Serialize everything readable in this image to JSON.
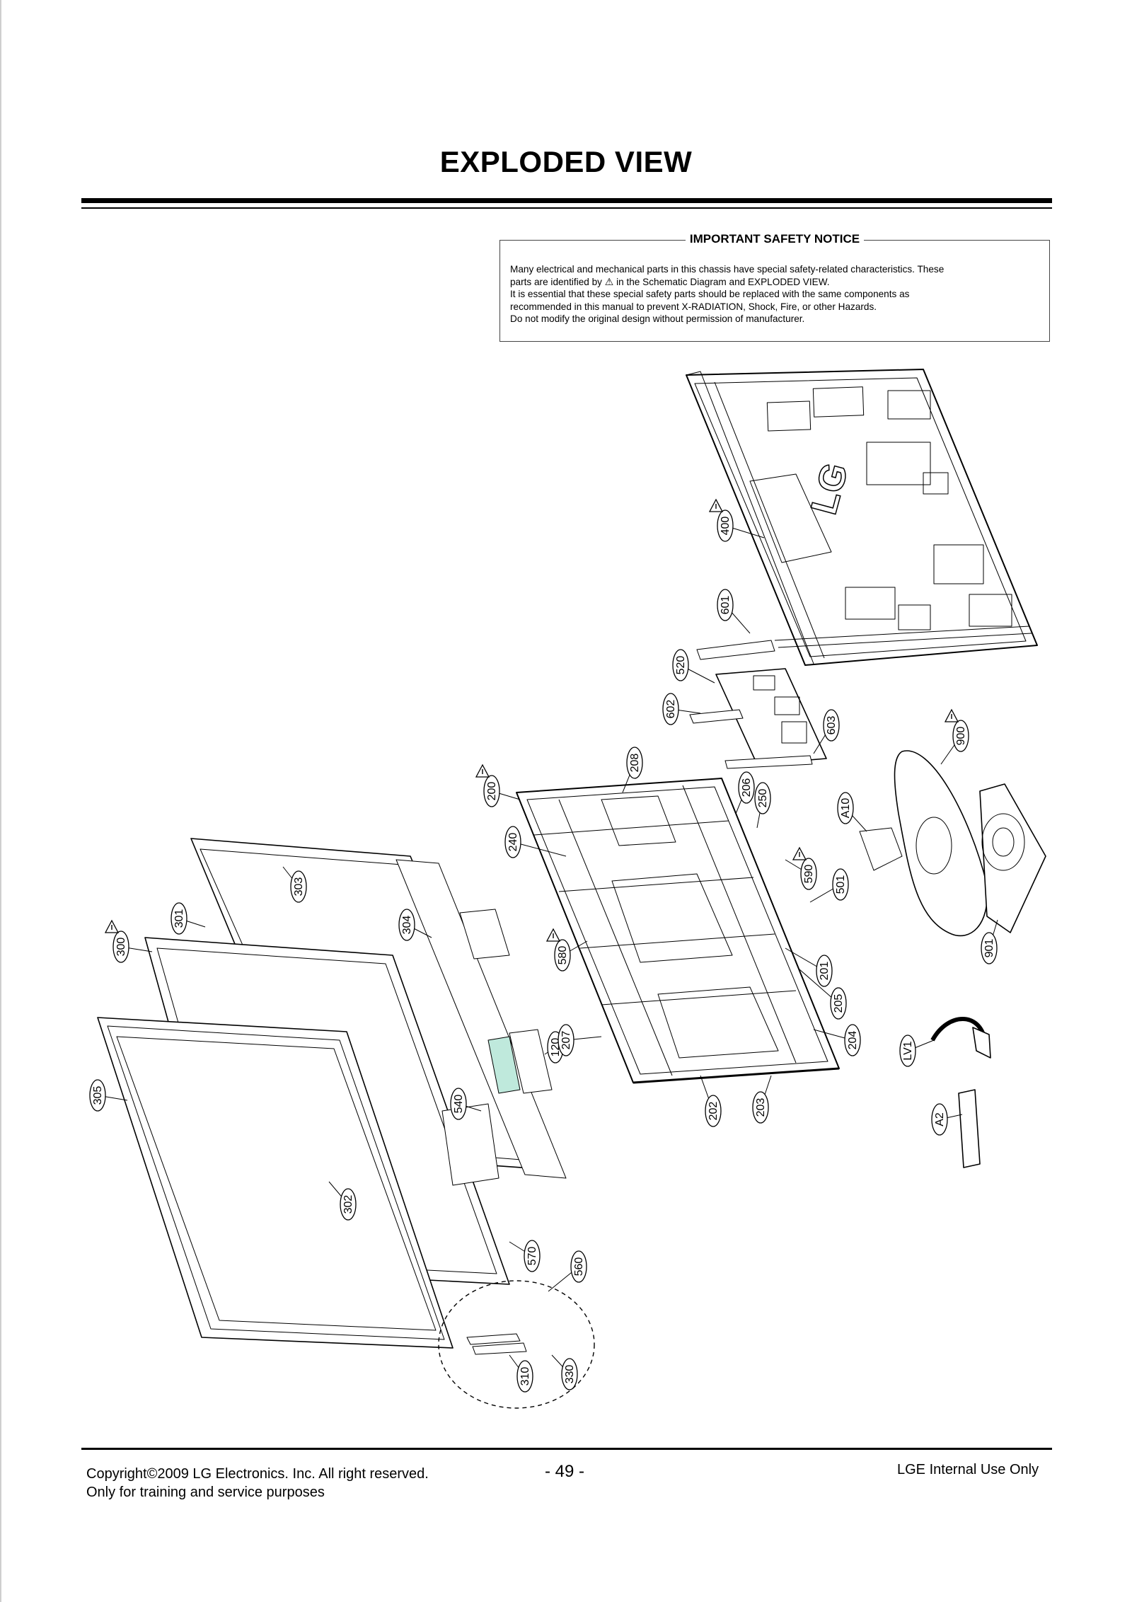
{
  "page": {
    "title": "EXPLODED VIEW"
  },
  "notice": {
    "title": "IMPORTANT SAFETY NOTICE",
    "line1": "Many electrical and mechanical parts in this chassis have special safety-related characteristics. These",
    "line2_pre": "parts are identified by",
    "line2_post": "in the Schematic Diagram and EXPLODED VIEW.",
    "line3": "It is essential that these special safety parts should be replaced with the same components as",
    "line4": "recommended in this manual to prevent X-RADIATION, Shock, Fire, or other Hazards.",
    "line5": "Do not modify the original design without permission of manufacturer."
  },
  "diagram": {
    "brand_logo": "LG",
    "part_labels": [
      "400",
      "601",
      "520",
      "602",
      "603",
      "900",
      "A10",
      "200",
      "208",
      "206",
      "250",
      "240",
      "590",
      "501",
      "303",
      "301",
      "304",
      "300",
      "580",
      "201",
      "901",
      "205",
      "120",
      "207",
      "204",
      "LV1",
      "305",
      "540",
      "202",
      "203",
      "A2",
      "302",
      "570",
      "560",
      "310",
      "330"
    ],
    "safety_parts": [
      "400",
      "900",
      "200",
      "590",
      "300",
      "580"
    ]
  },
  "footer": {
    "copyright": "Copyright©2009 LG Electronics. Inc. All right reserved.",
    "purpose": "Only for training and service purposes",
    "page_number": "- 49 -",
    "internal": "LGE Internal Use Only"
  }
}
